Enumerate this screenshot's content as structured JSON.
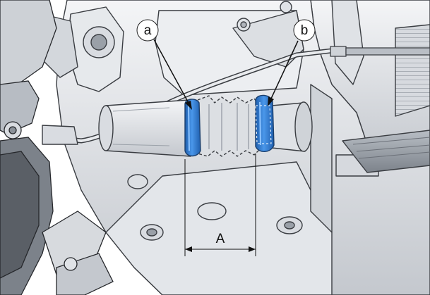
{
  "callouts": {
    "a": "a",
    "b": "b",
    "dimension": "A"
  },
  "colors": {
    "part_fill": "#e9ebee",
    "part_shade": "#c9cdd3",
    "part_dark": "#8e949c",
    "outline": "#3a3d42",
    "clamp_blue": "#2f7fd6",
    "clamp_highlight": "#8ec4ff",
    "boot_fill": "#dcdfe3"
  },
  "icons": {
    "pointer_a": "arrow-pointer-icon",
    "pointer_b": "arrow-pointer-icon"
  }
}
